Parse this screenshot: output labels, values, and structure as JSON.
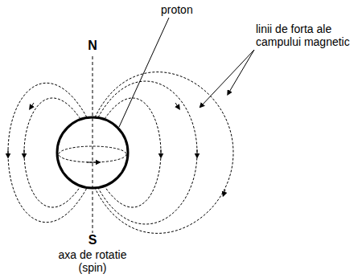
{
  "diagram": {
    "labels": [
      "proton",
      "linii de forta ale campului magnetic",
      "N",
      "S",
      "axa de rotatie (spin)"
    ]
  }
}
